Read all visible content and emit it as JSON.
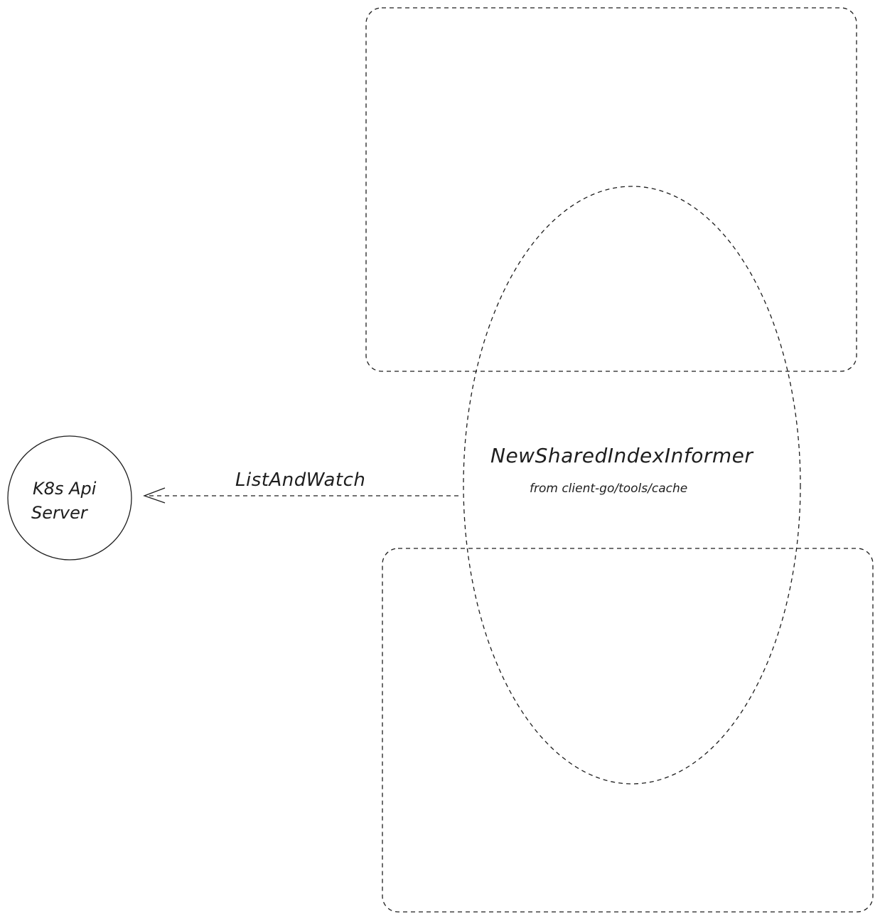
{
  "nodes": {
    "informer": {
      "title": "NewSharedIndexInformer",
      "subtitle": "from client-go/tools/cache"
    },
    "api_server": {
      "line1": "K8s Api",
      "line2": "Server"
    }
  },
  "edges": {
    "list_and_watch": {
      "label": "ListAndWatch"
    }
  },
  "colors": {
    "stroke": "#1e1e1e",
    "background": "#ffffff"
  }
}
